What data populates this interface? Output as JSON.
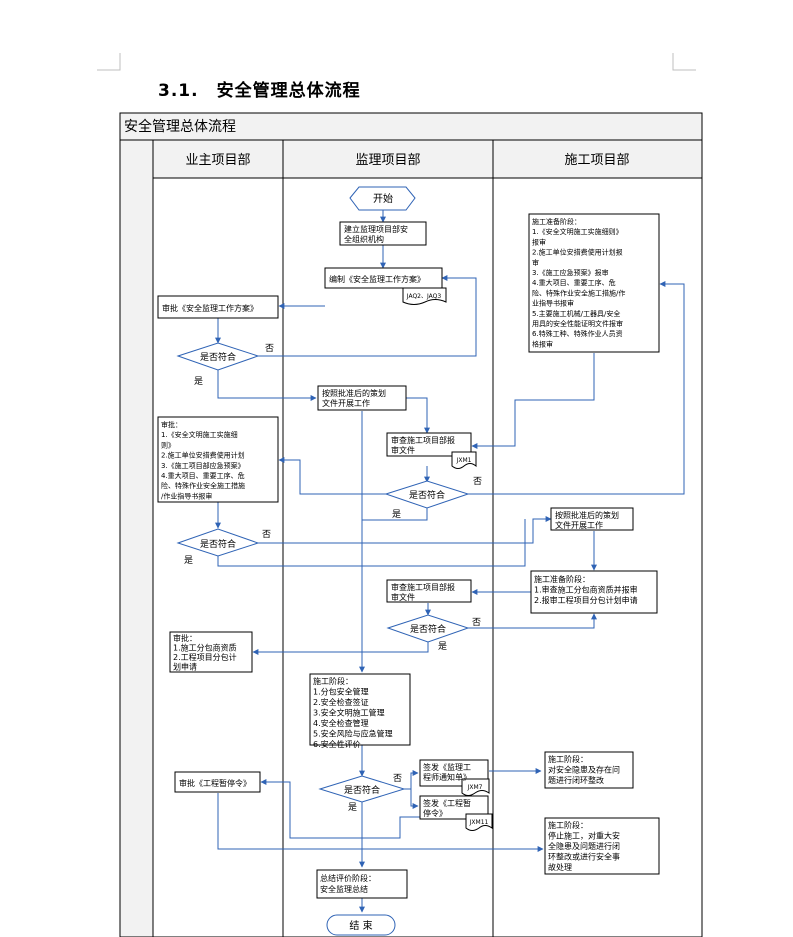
{
  "section": {
    "number": "3.1.",
    "title": "安全管理总体流程"
  },
  "flow": {
    "title": "安全管理总体流程",
    "lanes": {
      "owner": "业主项目部",
      "supervision": "监理项目部",
      "construction": "施工项目部"
    },
    "start": "开始",
    "end": "结  束",
    "yes": "是",
    "no": "否",
    "sup_establish": [
      "建立监理项目部安",
      "全组织机构"
    ],
    "sup_plan": "编制《安全监理工作方案》",
    "sup_plan_doc": "JAQ2、JAQ3",
    "owner_approve_plan": "审批《安全监理工作方案》",
    "decision": "是否符合",
    "sup_follow_plan": [
      "按照批准后的策划",
      "文件开展工作"
    ],
    "con_prep": [
      "施工准备阶段：",
      "1.《安全文明施工实施细则》",
      "报审",
      "2.施工单位安措费使用计划报",
      "审",
      "3.《施工应急预案》报审",
      "4.重大项目、重要工序、危",
      "险、特殊作业安全施工措施/作",
      "业指导书报审",
      "5.主要施工机械/工器具/安全",
      "用具的安全性能证明文件报审",
      "6.特殊工种、特殊作业人员资",
      "格报审"
    ],
    "owner_approve_list": [
      "审批：",
      "1.《安全文明施工实施细",
      "则》",
      "2.施工单位安措费使用计划",
      "3.《施工项目部应急预案》",
      "4.重大项目、重要工序、危",
      "险、特殊作业安全施工措施",
      "/作业指导书报审"
    ],
    "sup_review_docs": [
      "审查施工项目部报",
      "审文件"
    ],
    "sup_review_docs_doc": "JXM1",
    "con_follow_plan": [
      "按照批准后的策划",
      "文件开展工作"
    ],
    "sup_review_docs2": [
      "审查施工项目部报",
      "审文件"
    ],
    "con_prep2": [
      "施工准备阶段：",
      "1.审查施工分包商资质并报审",
      "2.报审工程项目分包计划申请"
    ],
    "owner_approve2": [
      "审批：",
      "1.施工分包商资质",
      "2.工程项目分包计",
      "划申请"
    ],
    "sup_construction": [
      "施工阶段：",
      "1.分包安全管理",
      "2.安全检查签证",
      "3.安全文明施工管理",
      "4.安全检查管理",
      "5.安全风险与应急管理",
      "6.安全性评价"
    ],
    "sup_notice": [
      "签发《监理工",
      "程师通知单》"
    ],
    "sup_notice_doc": "JXM7",
    "con_rectify": [
      "施工阶段：",
      "对安全隐患及存在问",
      "题进行闭环整改"
    ],
    "owner_stop": "审批《工程暂停令》",
    "sup_stop": [
      "签发《工程暂",
      "停令》"
    ],
    "sup_stop_doc": "JXM11",
    "con_stop": [
      "施工阶段：",
      "停止施工，对重大安",
      "全隐患及问题进行闭",
      "环整改或进行安全事",
      "故处理"
    ],
    "sup_summary": [
      "总结评价阶段：",
      "安全监理总结"
    ]
  },
  "colors": {
    "accent": "#2f63b5",
    "line": "#000000",
    "header_bg": "#f2f2f2"
  }
}
